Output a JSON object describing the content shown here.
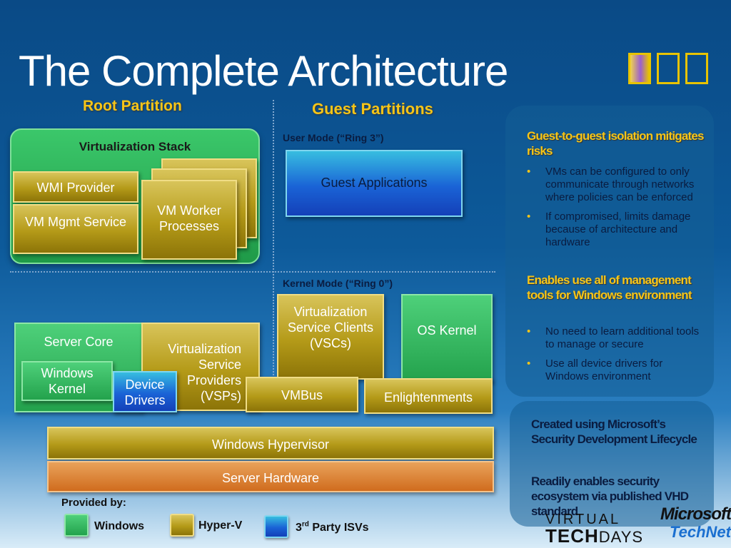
{
  "title": "The Complete Architecture",
  "sections": {
    "root": "Root Partition",
    "guest": "Guest Partitions"
  },
  "modes": {
    "user": "User Mode  (“Ring 3”)",
    "kernel": "Kernel Mode  (“Ring 0”)"
  },
  "boxes": {
    "virtualization_stack": "Virtualization Stack",
    "wmi_provider": "WMI Provider",
    "vm_mgmt_service": "VM Mgmt Service",
    "vm_worker_processes": "VM Worker Processes",
    "guest_applications": "Guest Applications",
    "server_core": "Server Core",
    "windows_kernel": "Windows Kernel",
    "vsp": "Virtualization Service Providers (VSPs)",
    "device_drivers": "Device Drivers",
    "vsc": "Virtualization Service Clients (VSCs)",
    "os_kernel": "OS Kernel",
    "vmbus": "VMBus",
    "enlightenments": "Enlightenments",
    "windows_hypervisor": "Windows Hypervisor",
    "server_hardware": "Server Hardware"
  },
  "side_panel": {
    "heading1": "Guest-to-guest isolation mitigates risks",
    "bullets1": [
      "VMs can be configured to only communicate through networks where policies can be enforced",
      "If compromised, limits damage because of architecture and hardware"
    ],
    "heading2": "Enables use all of management tools for Windows environment",
    "bullets2": [
      "No need to learn additional tools to manage or secure",
      "Use all device drivers for Windows environment"
    ]
  },
  "bottom_panel": {
    "text1": "Created using Microsoft’s Security Development Lifecycle",
    "text2": "Readily enables security ecosystem via published VHD standard"
  },
  "legend": {
    "title": "Provided by:",
    "items": [
      {
        "label": "Windows",
        "color": "#2fb35c"
      },
      {
        "label": "Hyper-V",
        "color": "#b49a18"
      },
      {
        "label": "3rd Party ISVs",
        "ordinal": "rd",
        "color": "#1a63d6"
      }
    ]
  },
  "branding": {
    "virtual": "VIRTUAL",
    "techdays_tech": "TECH",
    "techdays_days": "DAYS",
    "microsoft": "Microsoft",
    "technet": "TechNet"
  }
}
